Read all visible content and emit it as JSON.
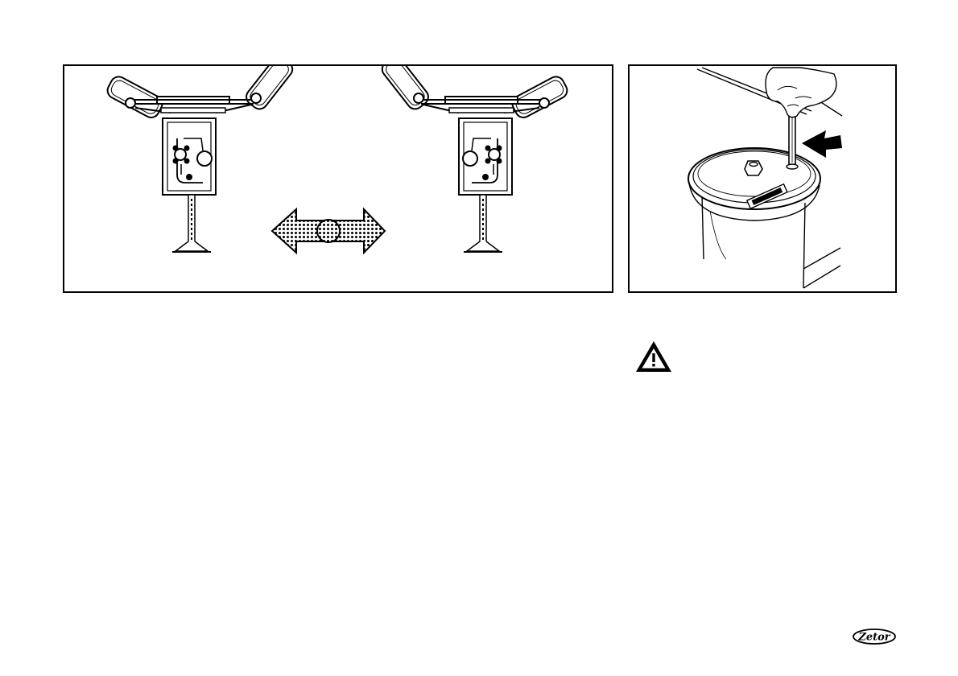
{
  "figures": {
    "seat_adjustment": {
      "icon": "seat-adjustment-illustration"
    },
    "filter_check": {
      "icon": "oil-bath-filter-dipstick-illustration"
    }
  },
  "warning": {
    "icon": "warning-triangle-icon"
  },
  "logo": {
    "text": "Zetor",
    "icon": "zetor-logo"
  },
  "colors": {
    "ink": "#000000",
    "paper": "#ffffff"
  }
}
